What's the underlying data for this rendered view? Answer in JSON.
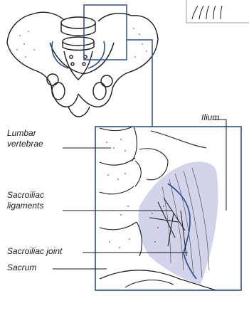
{
  "figure": {
    "labels": {
      "lumbar_vertebrae": "Lumbar\nvertebrae",
      "ilium": "Ilium",
      "sacroiliac_ligaments": "Sacroiliac\nligaments",
      "sacroiliac_joint": "Sacroiliac joint",
      "sacrum": "Sacrum"
    },
    "colors": {
      "outline": "#1a1a1a",
      "highlight_box": "#2c4f8c",
      "joint_shading": "#c9cce6"
    }
  }
}
